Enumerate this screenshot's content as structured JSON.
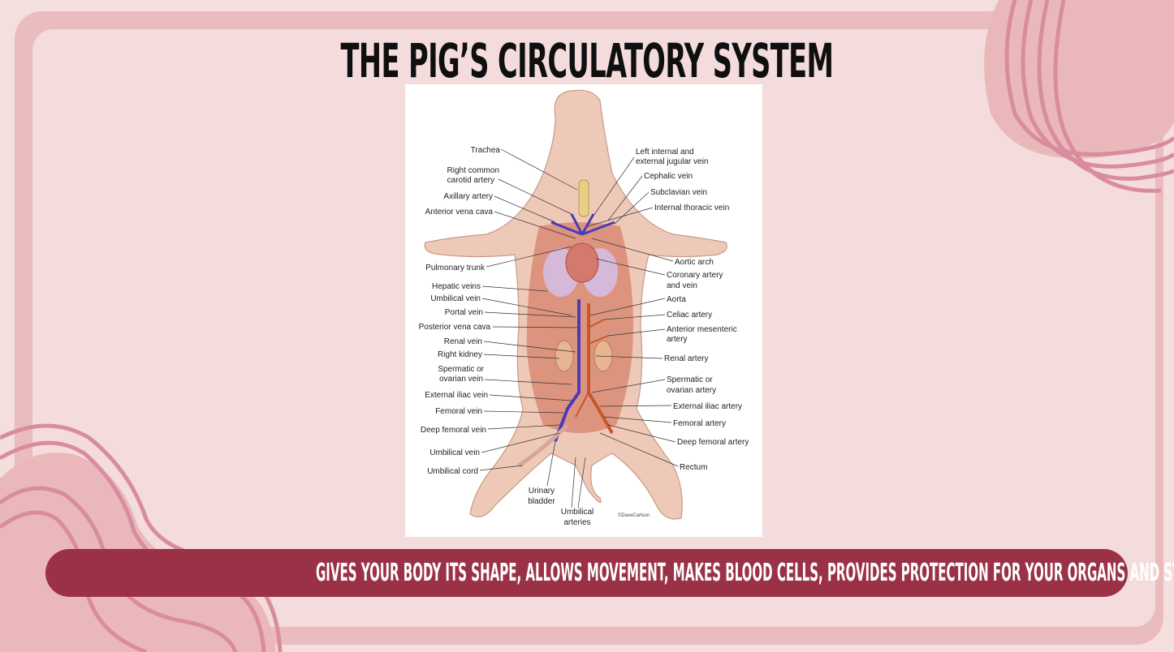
{
  "slide": {
    "title": "THE PIG’S CIRCULATORY SYSTEM",
    "banner_text": "GIVES YOUR BODY ITS SHAPE, ALLOWS MOVEMENT, MAKES BLOOD CELLS, PROVIDES PROTECTION FOR YOUR ORGANS AND STORES MINERALS",
    "colors": {
      "background": "#f5dede",
      "frame": "#eabcbd",
      "banner": "#9a3147",
      "decor": "#d98c9e",
      "vein": "#4b3bb8",
      "artery": "#c8552a"
    }
  },
  "diagram": {
    "credit": "©DaveCarlson",
    "left_labels": [
      "Trachea",
      "Right common",
      "carotid artery",
      "Axillary artery",
      "Anterior vena cava",
      "Pulmonary trunk",
      "Hepatic veins",
      "Umbilical vein",
      "Portal vein",
      "Posterior vena cava",
      "Renal vein",
      "Right kidney",
      "Spermatic or",
      "ovarian vein",
      "External iliac vein",
      "Femoral vein",
      "Deep femoral vein",
      "Umbilical vein",
      "Umbilical cord"
    ],
    "right_labels": [
      "Left internal and",
      "external jugular vein",
      "Cephalic vein",
      "Subclavian vein",
      "Internal thoracic vein",
      "Aortic arch",
      "Coronary artery",
      "and vein",
      "Aorta",
      "Celiac artery",
      "Anterior mesenteric",
      "artery",
      "Renal artery",
      "Spermatic or",
      "ovarian artery",
      "External iliac artery",
      "Femoral artery",
      "Deep femoral artery",
      "Rectum"
    ],
    "bottom_labels": [
      "Urinary",
      "bladder",
      "Umbilical",
      "arteries"
    ]
  }
}
